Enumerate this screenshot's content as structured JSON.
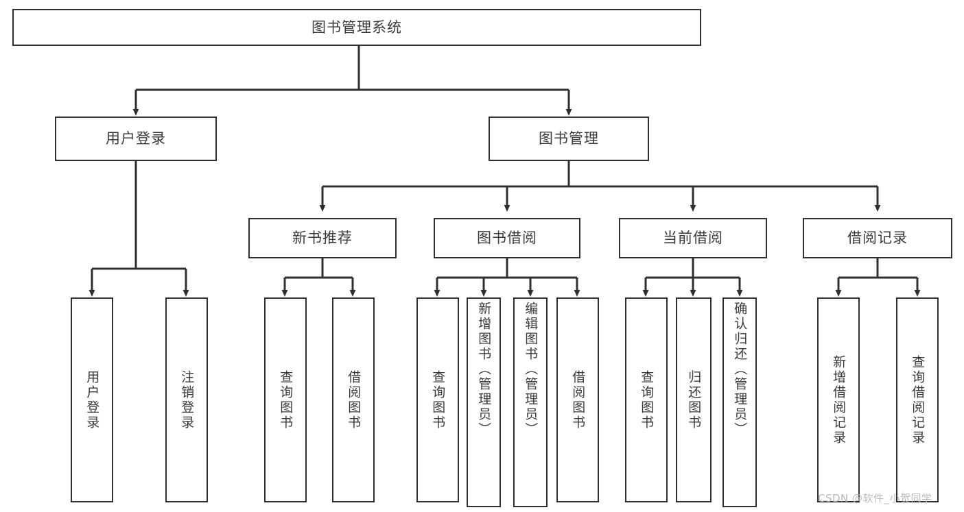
{
  "diagram": {
    "title": "图书管理系统",
    "type": "tree-hierarchy-chart",
    "colors": {
      "background": "#ffffff",
      "box_border": "#2f2f2f",
      "box_fill": "#ffffff",
      "text": "#3a3a3a",
      "edge": "#2f2f2f",
      "watermark": "#b9b9b9"
    }
  },
  "root": {
    "label": "图书管理系统"
  },
  "level2": [
    {
      "label": "用户登录"
    },
    {
      "label": "图书管理"
    }
  ],
  "level3": [
    {
      "label": "新书推荐"
    },
    {
      "label": "图书借阅"
    },
    {
      "label": "当前借阅"
    },
    {
      "label": "借阅记录"
    }
  ],
  "leaves": {
    "user_login": [
      {
        "label": "用户登录"
      },
      {
        "label": "注销登录"
      }
    ],
    "new_book_recommend": [
      {
        "label": "查询图书"
      },
      {
        "label": "借阅图书"
      }
    ],
    "book_borrow": [
      {
        "label": "查询图书"
      },
      {
        "label": "新增图书（管理员）"
      },
      {
        "label": "编辑图书（管理员）"
      },
      {
        "label": "借阅图书"
      }
    ],
    "current_borrow": [
      {
        "label": "查询图书"
      },
      {
        "label": "归还图书"
      },
      {
        "label": "确认归还（管理员）"
      }
    ],
    "borrow_record": [
      {
        "label": "新增借阅记录"
      },
      {
        "label": "查询借阅记录"
      }
    ]
  },
  "watermark": {
    "text": "CSDN @软件_小贺同学"
  }
}
